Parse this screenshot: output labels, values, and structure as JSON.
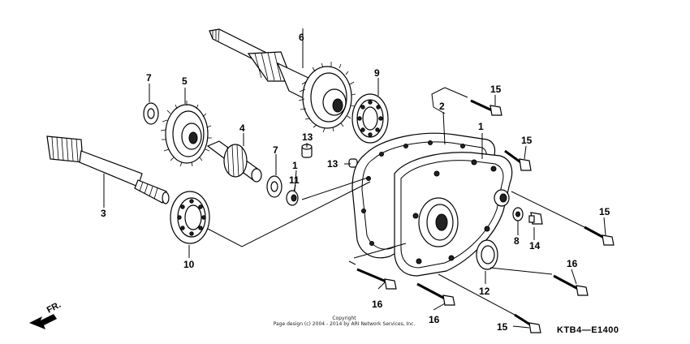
{
  "callouts": {
    "p1a": "1",
    "p1b": "1",
    "p2": "2",
    "p3": "3",
    "p4": "4",
    "p5": "5",
    "p6": "6",
    "p7a": "7",
    "p7b": "7",
    "p8": "8",
    "p9": "9",
    "p10": "10",
    "p11": "11",
    "p12": "12",
    "p13a": "13",
    "p13b": "13",
    "p14": "14",
    "p15a": "15",
    "p15b": "15",
    "p15c": "15",
    "p15d": "15",
    "p16a": "16",
    "p16b": "16",
    "p16c": "16"
  },
  "direction_label": "FR.",
  "diagram_code": "KTB4—E1400",
  "copyright_line1": "Copyright",
  "copyright_line2": "Page design (c) 2004 - 2014 by ARI Network Services, Inc."
}
